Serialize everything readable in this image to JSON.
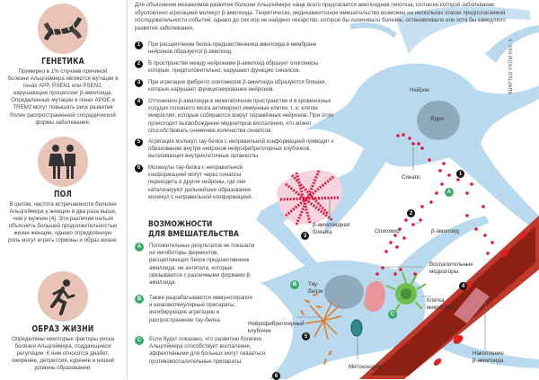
{
  "sidebar": {
    "factors": [
      {
        "icon": "dna-icon",
        "title": "ГЕНЕТИКА",
        "text": "Примерно в 1% случаев причиной болезни Альцгеймера являются мутации в генах APP, PSEN1 или PSEN2, нарушающие процессинг β-амилоида. Определенные мутации в генах APOE и TREM2 могут повышать риск развития более распространенной спорадической формы заболевания."
      },
      {
        "icon": "man-woman-icon",
        "title": "ПОЛ",
        "text": "В целом, частота встречаемости болезни Альцгеймера у женщин в два раза выше, чем у мужчин [4]. Эти различия нельзя объяснить большей продолжительностью жизни женщин, однако определённую роль могут играть гормоны и образ жизни."
      },
      {
        "icon": "running-person-icon",
        "title": "ОБРАЗ ЖИЗНИ",
        "text": "Определены некоторые факторы риска болезни Альцгеймера, поддающиеся регуляции. К ним относятся диабет, ожирение, депрессия, курение и низкий уровень образования."
      }
    ]
  },
  "intro": "Для объяснения механизмов развития болезни Альцгеймера чаще всего предлагается амилоидная гипотеза, согласно которой заболевание обусловлено агрегацией молекул β-амилоида. Теоретически, медикаментозное вмешательство возможно на нескольких этапах предполагаемой последовательности событий, однако до сих пор не найдено лекарство, которое бы излечивало болезнь, останавливало или хотя бы замедляло развитие заболевания.",
  "steps": [
    {
      "num": "1",
      "text": "При расщеплении белка-предшественника амилоида в мембране нейронов образуется β-амилоид."
    },
    {
      "num": "2",
      "text": "В пространстве между нейронами β-амилоид образует олигомеры, которые, предположительно, нарушают функцию синапсов."
    },
    {
      "num": "3",
      "text": "При агрегации фибрилл олигомеров β-амилоида образуются бляшки, которые нарушают функционирование нейронов."
    },
    {
      "num": "4",
      "text": "Отложения β-амилоида в межклеточном пространстве и в кровеносных сосудах головного мозга активируют иммунные клетки, т. е. клетки микроглии, которые собираются вокруг поражённых нейронов. При этом происходит высвобождение медиаторов воспаления, что может способствовать снижению количества синапсов."
    },
    {
      "num": "5",
      "text": "Агрегация молекул тау-белка с неправильной конформацией приводит к образованию внутри нейронов нейрофибриллярных клубочков, вытесняющих внутриклеточные органеллы."
    },
    {
      "num": "6",
      "text": "Молекулы тау-белка с неправильной конформацией могут через синапсы переходить в другие нейроны, где они катализируют дальнейшее образование молекул с неправильной конформацией."
    }
  ],
  "interventions": {
    "title_line1": "ВОЗМОЖНОСТИ",
    "title_line2": "ДЛЯ ВМЕШАТЕЛЬСТВА",
    "items": [
      {
        "letter": "A",
        "text": "Положительных результатов не показали ни ингибиторы ферментов, расщепляющих белок-предшественник амилоида, ни антитела, которые связываются с различными формами β-амилоида."
      },
      {
        "letter": "B",
        "text": "Также разрабатываются иммунотерапия и низкомолекулярные препараты, ингибирующие агрегацию и распространение тау-белка."
      },
      {
        "letter": "C",
        "text": "Если будет показано, что развитию болезни Альцгеймера способствует воспаление, эффективными для больных могут оказаться противовоспалительные препараты."
      }
    ]
  },
  "diagram_labels": {
    "neuron": "Нейрон",
    "nucleus": "Ядро",
    "synapse": "Синапс",
    "oligomer": "Олигомер",
    "beta_amyloid": "β-амилоид",
    "plaque_line1": "β-амилоидная",
    "plaque_line2": "бляшка",
    "inflammatory_line1": "Воспалительные",
    "inflammatory_line2": "медиаторы",
    "microglia_line1": "Клетка",
    "microglia_line2": "микроглии",
    "tau_line1": "Тау-",
    "tau_line2": "белок",
    "tangle_line1": "Нейрофибриллярный",
    "tangle_line2": "клубочек",
    "mitochondria": "Митохондрия",
    "accumulation_line1": "Накопление",
    "accumulation_line2": "β-амилоида",
    "markers": {
      "m1": "1",
      "m2": "2",
      "m3": "3",
      "m4": "4",
      "m5": "5",
      "m6": "6",
      "mA": "A",
      "mB": "B",
      "mC": "C"
    }
  },
  "credit": "ADAPTED FROM REF. 5",
  "colors": {
    "neuron": "#b9d9ee",
    "nucleus": "#8fa9bd",
    "amyloid": "#e0153a",
    "tau": "#e07a2a",
    "microglia": "#6dbf4a",
    "vessel": "#c0392b",
    "icon_circle": "#e9c3b5",
    "green_marker": "#3aa86b"
  }
}
